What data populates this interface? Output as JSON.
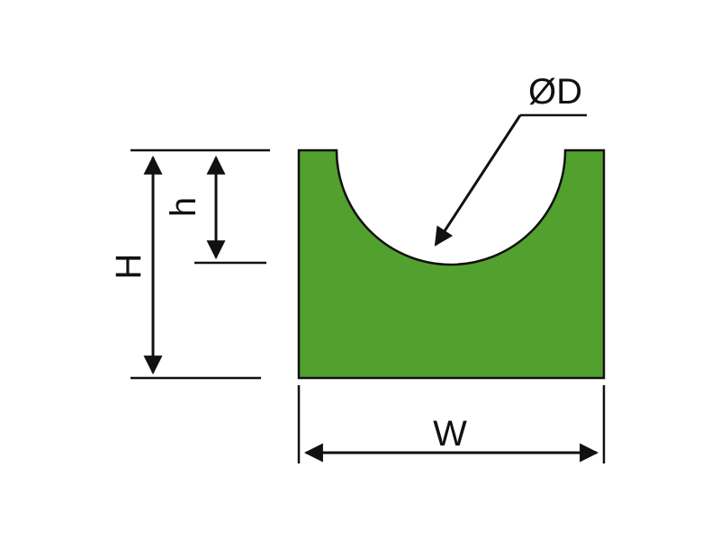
{
  "diagram": {
    "labels": {
      "diameter": "ØD",
      "total_height": "H",
      "groove_depth": "h",
      "width": "W"
    },
    "colors": {
      "body_fill": "#52a02e",
      "outline": "#111111",
      "background": "#ffffff"
    }
  }
}
